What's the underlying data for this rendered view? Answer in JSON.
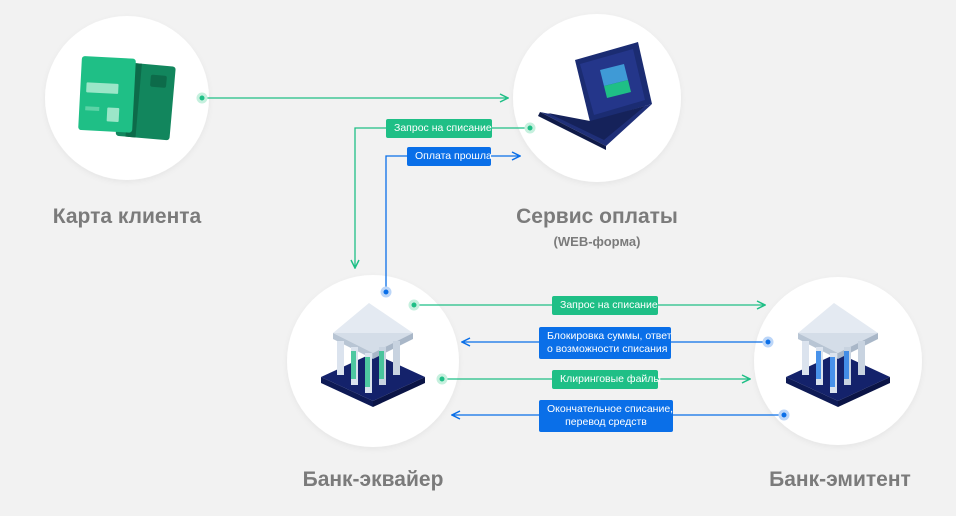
{
  "colors": {
    "background": "#f2f2f2",
    "green": "#1fbf86",
    "blue": "#0a6fe8",
    "label": "#7b7b7b"
  },
  "nodes": {
    "card": {
      "label": "Карта клиента",
      "icon": "credit-cards-icon"
    },
    "payment_service": {
      "label": "Сервис оплаты",
      "sublabel": "(WEB-форма)",
      "icon": "laptop-icon"
    },
    "acquirer": {
      "label": "Банк-эквайер",
      "icon": "bank-building-icon"
    },
    "issuer": {
      "label": "Банк-эмитент",
      "icon": "bank-building-icon"
    }
  },
  "flows": {
    "charge_request_to_acquirer": "Запрос на списание",
    "payment_passed": "Оплата прошла",
    "charge_request_to_issuer": "Запрос на списание",
    "block_amount_line1": "Блокировка суммы, ответ",
    "block_amount_line2": "о возможности списания",
    "clearing_files": "Клиринговые файлы",
    "final_charge_line1": "Окончательное списание,",
    "final_charge_line2": "перевод средств"
  }
}
